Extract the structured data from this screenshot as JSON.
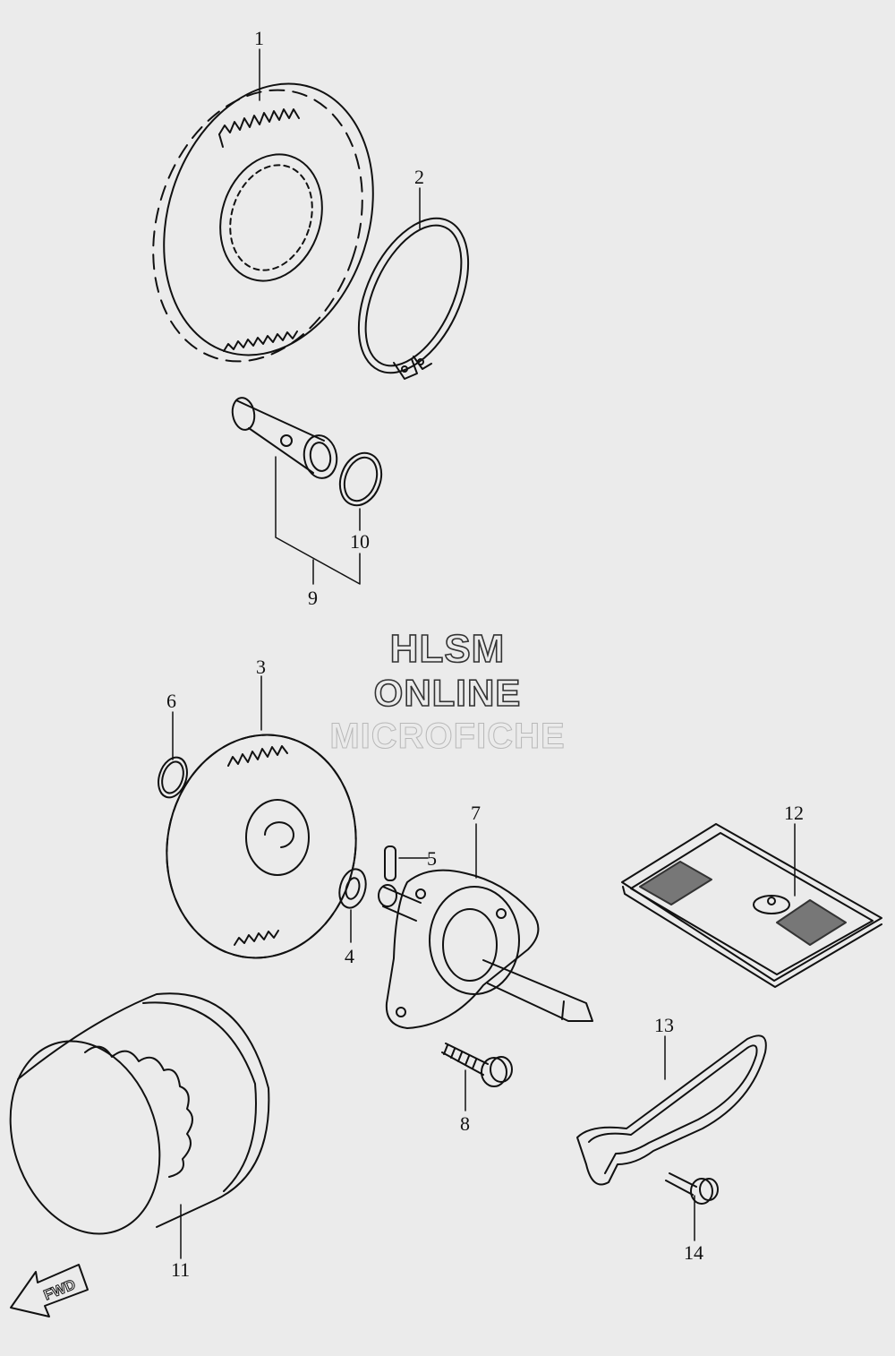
{
  "callouts": {
    "c1": "1",
    "c2": "2",
    "c3": "3",
    "c4": "4",
    "c5": "5",
    "c6": "6",
    "c7": "7",
    "c8": "8",
    "c9": "9",
    "c10": "10",
    "c11": "11",
    "c12": "12",
    "c13": "13",
    "c14": "14"
  },
  "watermark": {
    "line1": "HLSM",
    "line2": "ONLINE",
    "line3": "MICROFICHE"
  },
  "fwd_label": "FWD"
}
